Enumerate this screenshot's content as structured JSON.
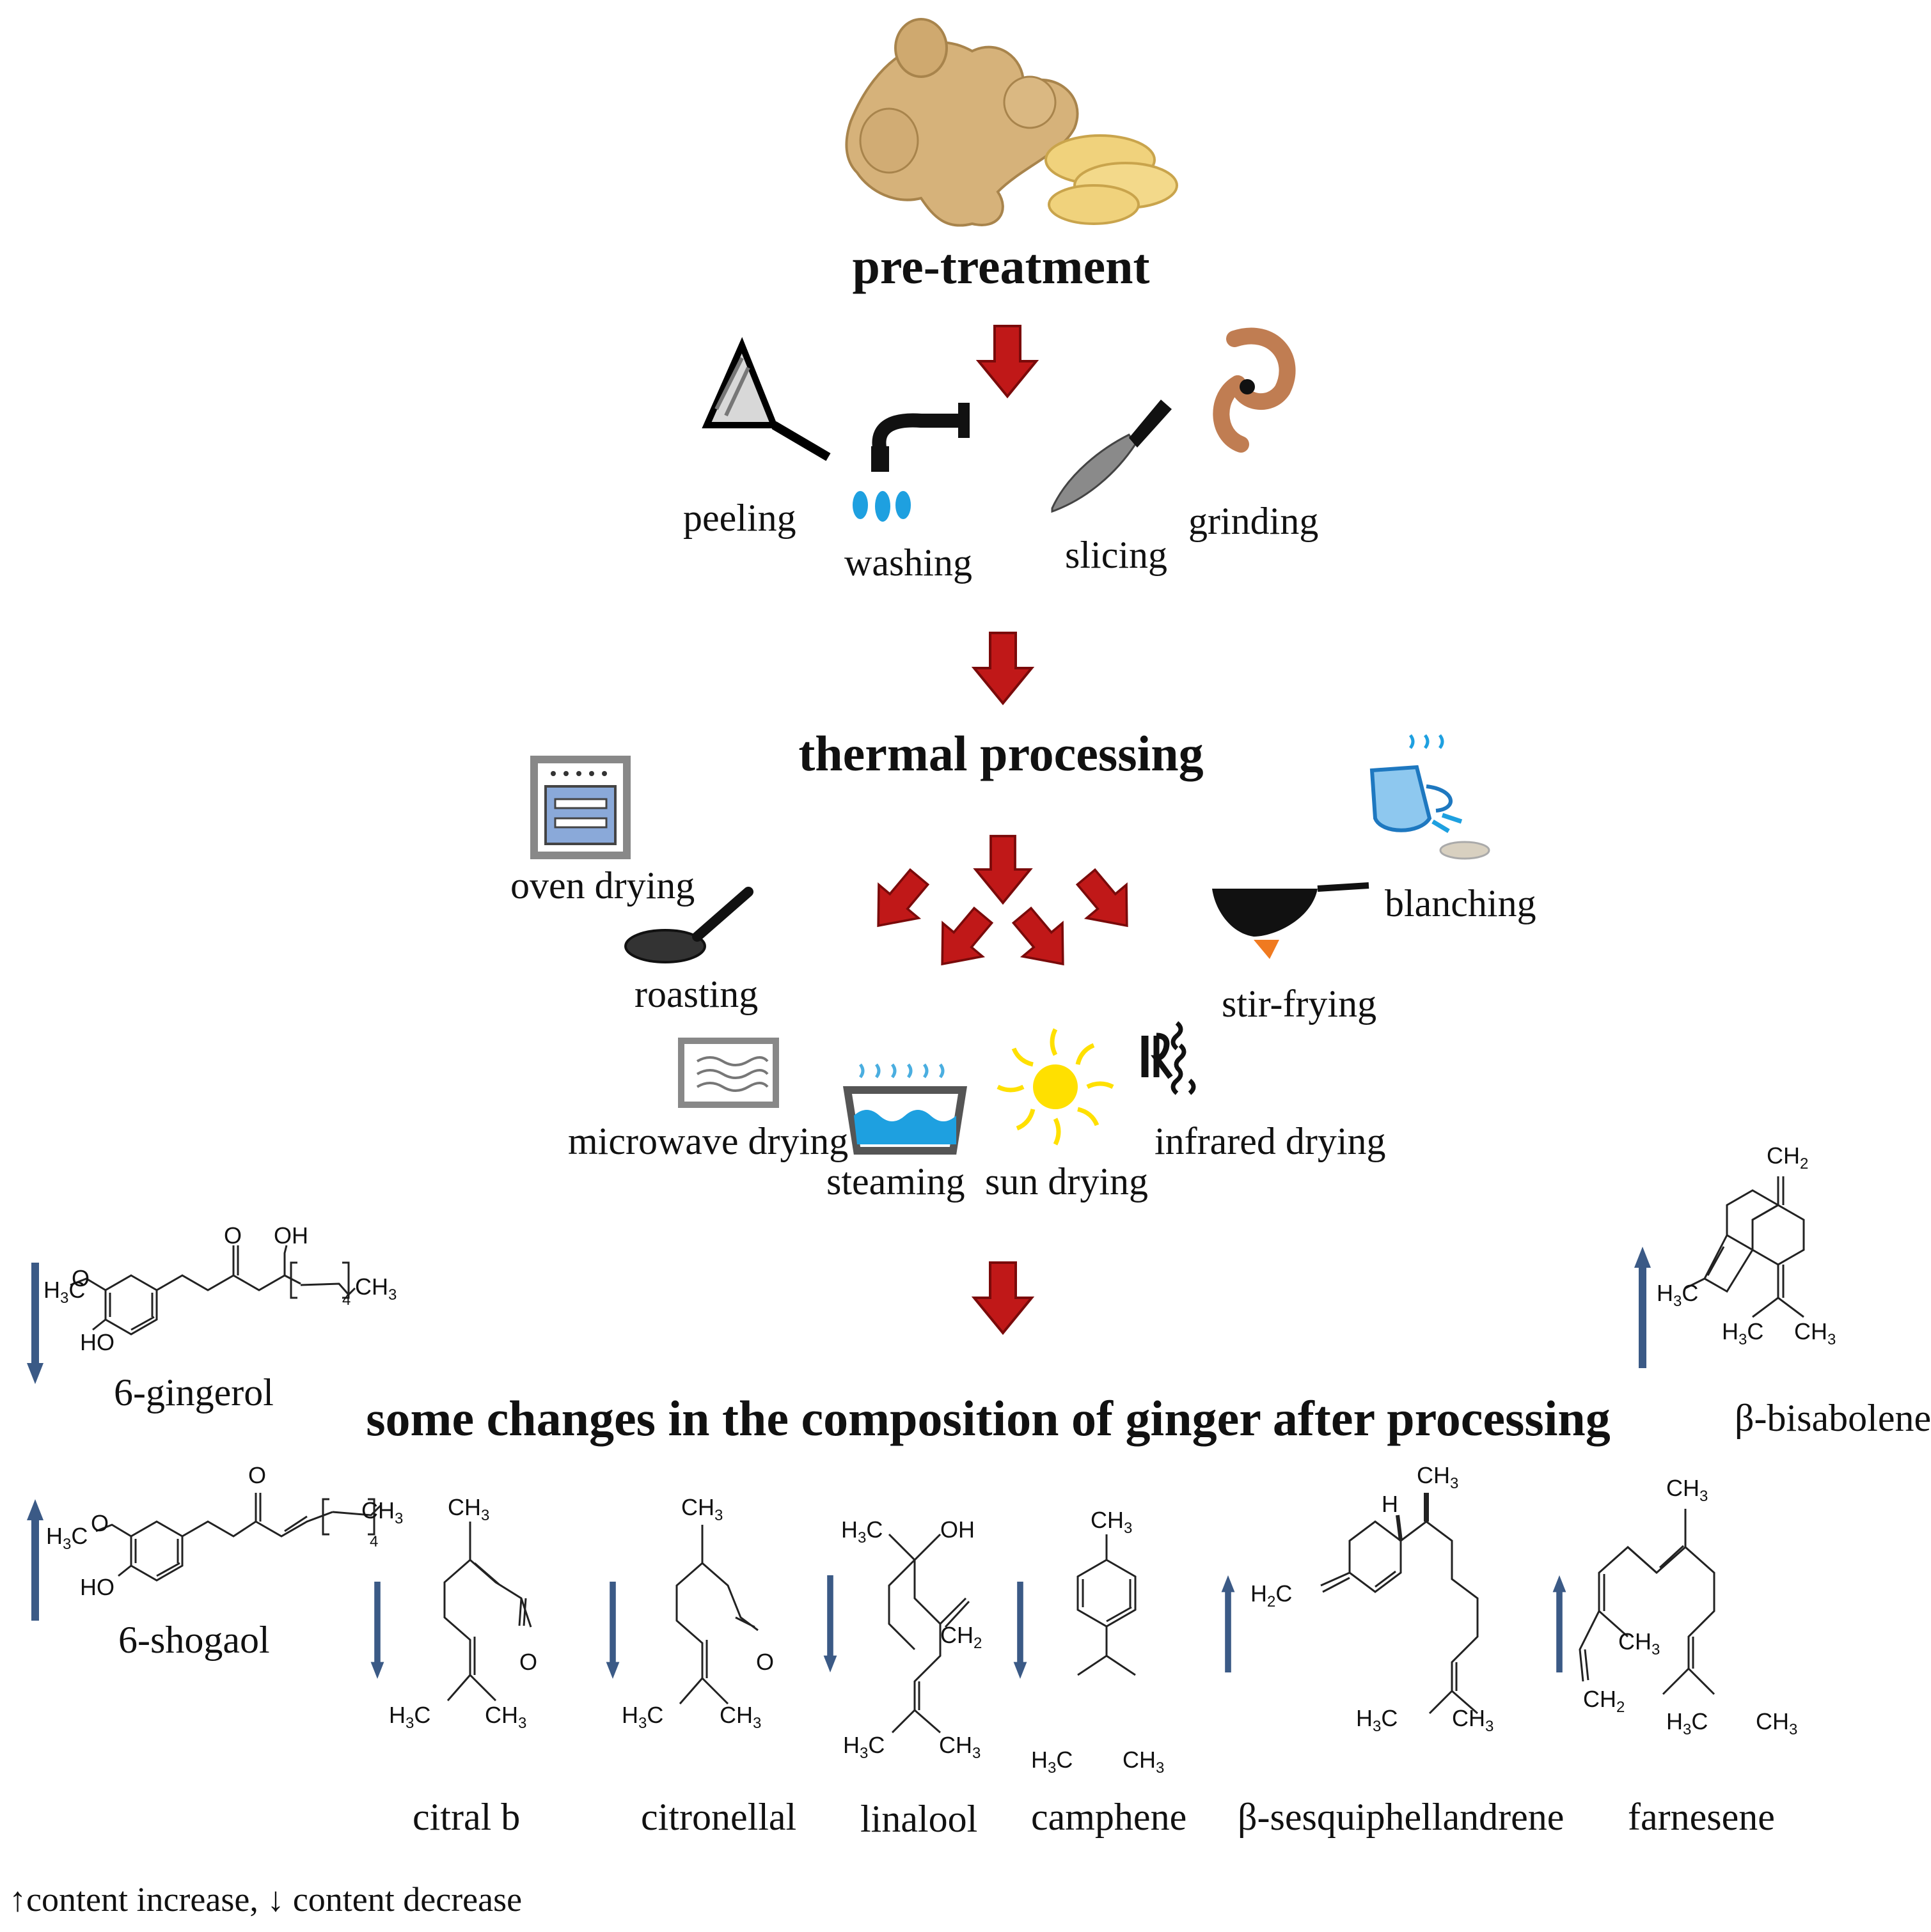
{
  "headings": {
    "pretreatment": "pre-treatment",
    "thermal": "thermal processing",
    "changes": "some changes in the composition of ginger after processing"
  },
  "pretreatment_steps": {
    "peeling": "peeling",
    "washing": "washing",
    "slicing": "slicing",
    "grinding": "grinding"
  },
  "thermal_methods": {
    "oven_drying": "oven drying",
    "roasting": "roasting",
    "blanching": "blanching",
    "stir_frying": "stir-frying",
    "microwave_drying": "microwave drying",
    "steaming": "steaming",
    "sun_drying": "sun drying",
    "infrared_drying": "infrared drying"
  },
  "compounds": {
    "gingerol": {
      "name": "6-gingerol",
      "change": "decrease"
    },
    "shogaol": {
      "name": "6-shogaol",
      "change": "increase"
    },
    "bisabolene": {
      "name": "β-bisabolene",
      "change": "increase"
    },
    "citral": {
      "name": "citral b",
      "change": "decrease"
    },
    "citronellal": {
      "name": "citronellal",
      "change": "decrease"
    },
    "linalool": {
      "name": "linalool",
      "change": "decrease"
    },
    "camphene": {
      "name": "camphene",
      "change": "decrease"
    },
    "sesquiphellandrene": {
      "name": "β-sesquiphellandrene",
      "change": "increase"
    },
    "farnesene": {
      "name": "farnesene",
      "change": "increase"
    }
  },
  "atoms": {
    "o": "O",
    "oh": "OH",
    "ho": "HO",
    "h": "H",
    "c": "C",
    "ch": "CH",
    "n2": "2",
    "n3": "3",
    "n4": "4"
  },
  "legend": "↑content increase, ↓ content decrease",
  "colors": {
    "flow_arrow": "#c01818",
    "flow_arrow_edge": "#7a0a0a",
    "change_arrow": "#3b5a86",
    "water_blue": "#1ea0e0",
    "sun_yellow": "#ffe000",
    "ginger_tan": "#d8b47a"
  },
  "icons": [
    "ginger-photo",
    "peeler-icon",
    "faucet-icon",
    "knife-icon",
    "grinder-icon",
    "oven-icon",
    "frying-pan-icon",
    "blanching-icon",
    "wok-icon",
    "microwave-icon",
    "steamer-icon",
    "sun-icon",
    "infrared-icon"
  ]
}
